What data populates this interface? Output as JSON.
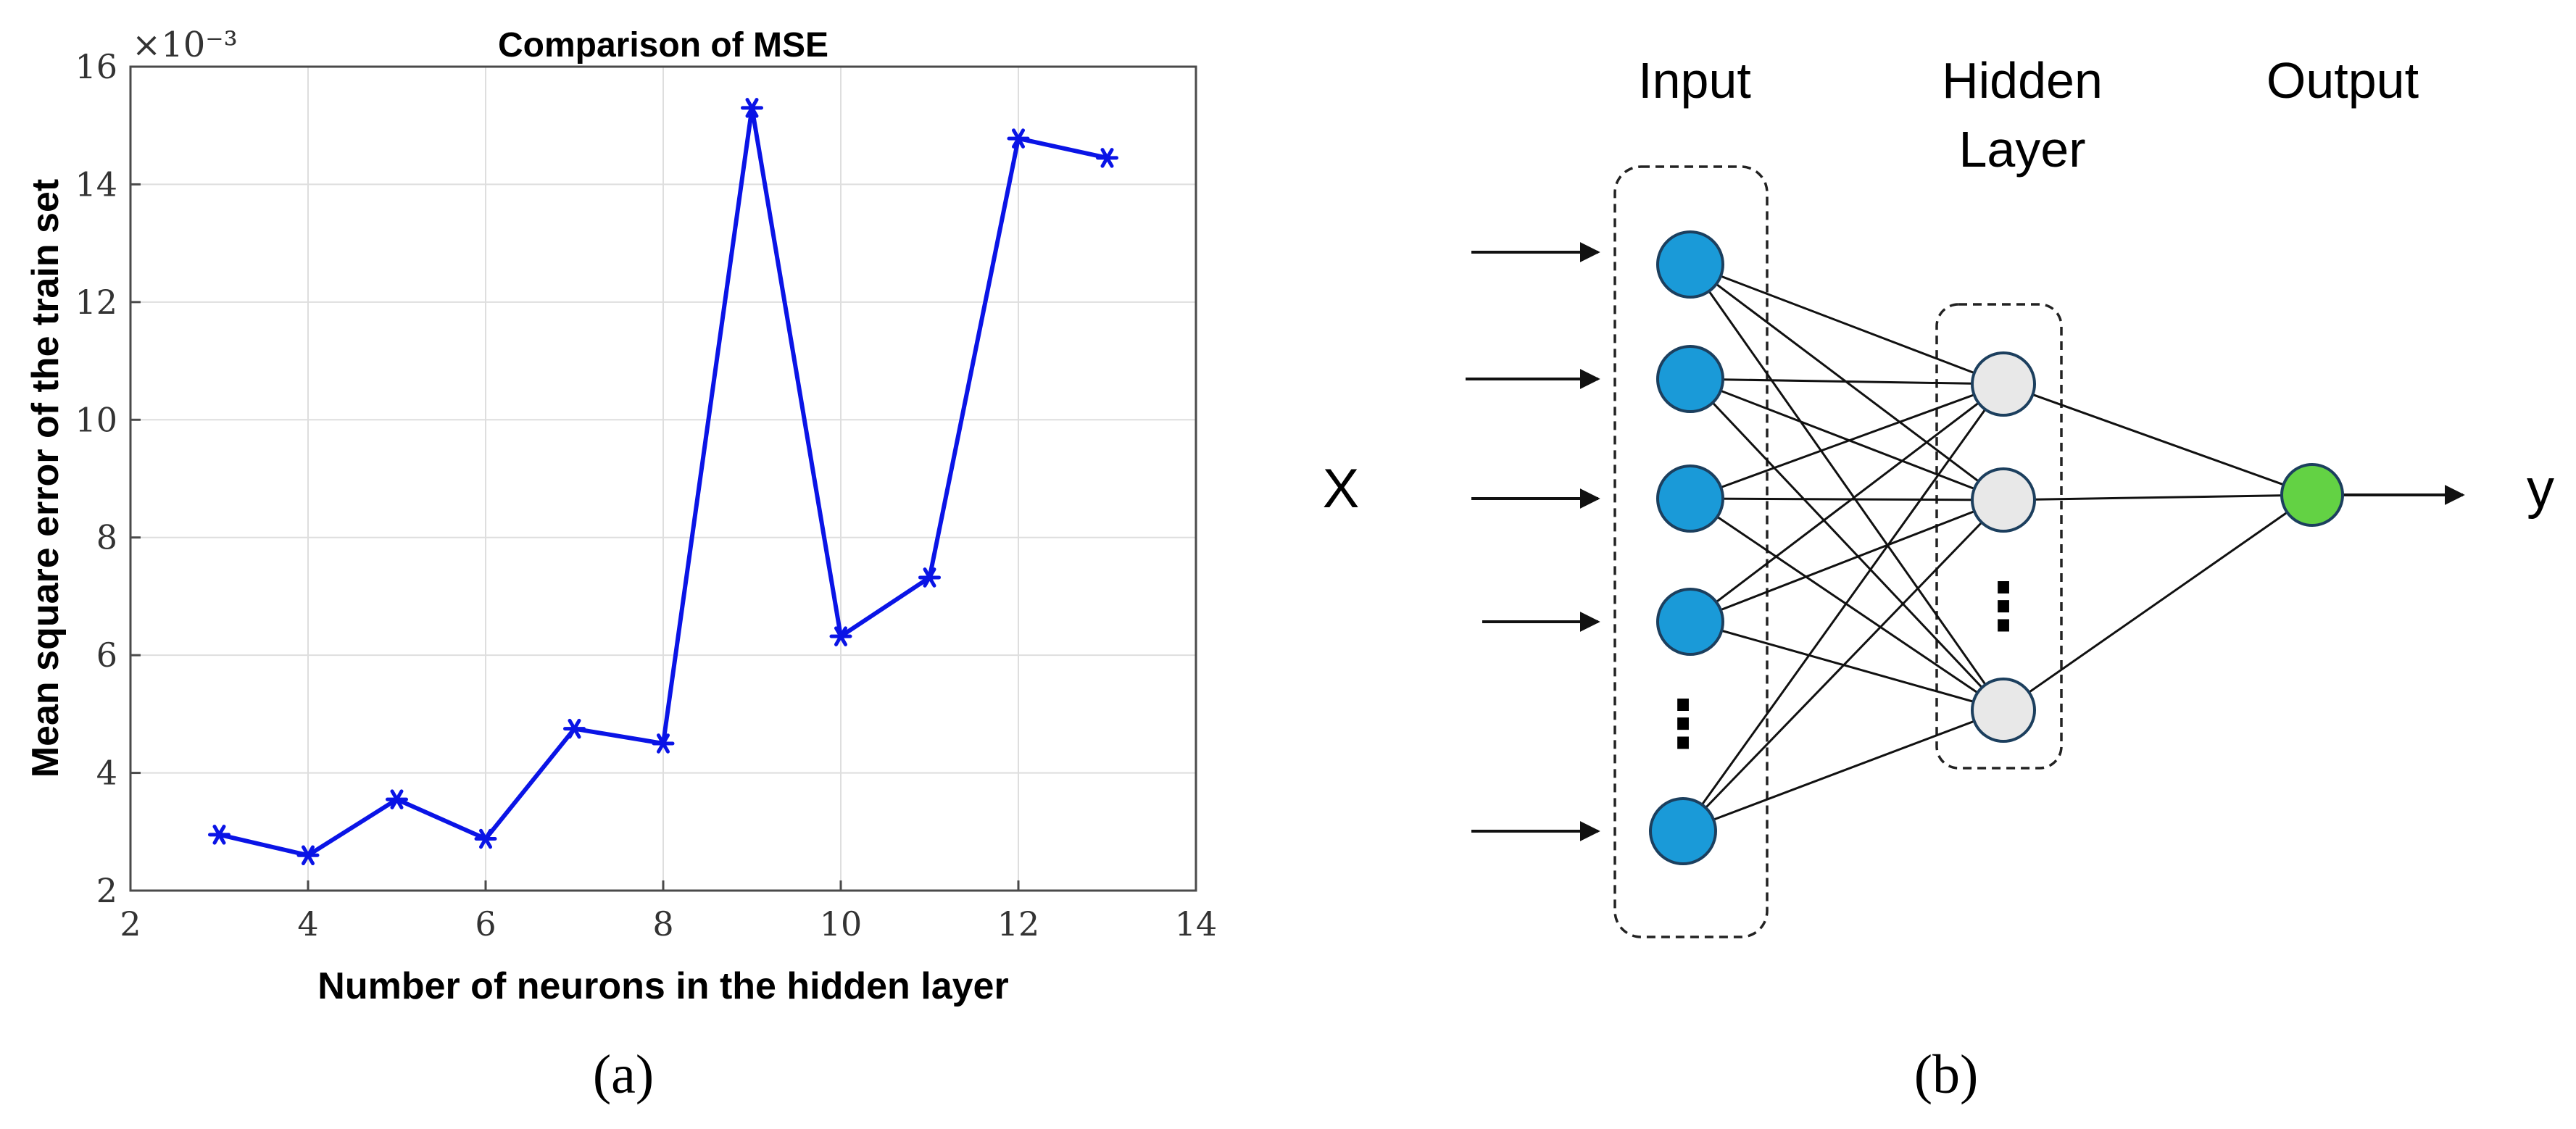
{
  "chart_data": {
    "type": "line",
    "title": "Comparison of MSE",
    "xlabel": "Number of neurons in the hidden layer",
    "ylabel": "Mean square error of the train set",
    "x": [
      3,
      4,
      5,
      6,
      7,
      8,
      9,
      10,
      11,
      12,
      13
    ],
    "series": [
      {
        "values": [
          2.95,
          2.6,
          3.55,
          2.88,
          4.75,
          4.5,
          15.3,
          6.32,
          7.32,
          14.78,
          14.45
        ]
      }
    ],
    "xlim": [
      2,
      14
    ],
    "ylim": [
      2,
      16
    ],
    "xticks": [
      "2",
      "4",
      "6",
      "8",
      "10",
      "12",
      "14"
    ],
    "yticks": [
      "2",
      "4",
      "6",
      "8",
      "10",
      "12",
      "14",
      "16"
    ],
    "y_exponent_label": "×10⁻³",
    "grid": true,
    "line_color": "#0a14e6",
    "marker": "asterisk"
  },
  "captions": {
    "panel_a": "(a)",
    "panel_b": "(b)"
  },
  "network": {
    "input_title": "Input",
    "hidden_title_line1": "Hidden",
    "hidden_title_line2": "Layer",
    "output_title": "Output",
    "input_symbol": "X",
    "output_symbol": "y",
    "input_dots": "⋮",
    "hidden_dots": "⋮",
    "colors": {
      "input_node": "#1a9ad8",
      "hidden_node": "#e8e8e8",
      "output_node": "#63d244",
      "node_stroke": "#1c3f5e",
      "edge": "#111111"
    }
  }
}
